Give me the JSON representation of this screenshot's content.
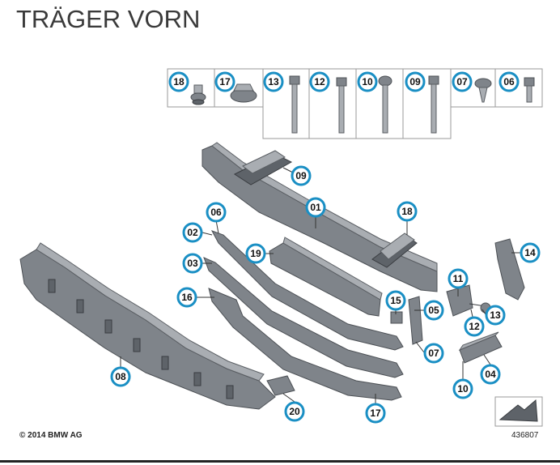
{
  "title": "TRÄGER VORN",
  "copyright": "© 2014 BMW AG",
  "reference_number": "436807",
  "hardware_row": [
    "18",
    "17",
    "13",
    "12",
    "10",
    "09",
    "07",
    "06"
  ],
  "callouts": [
    "09",
    "01",
    "06",
    "02",
    "18",
    "03",
    "19",
    "14",
    "11",
    "16",
    "15",
    "05",
    "13",
    "12",
    "07",
    "08",
    "04",
    "10",
    "20",
    "17"
  ],
  "colors": {
    "callout_ring": "#1a8fc4",
    "part_fill": "#7f848a"
  }
}
